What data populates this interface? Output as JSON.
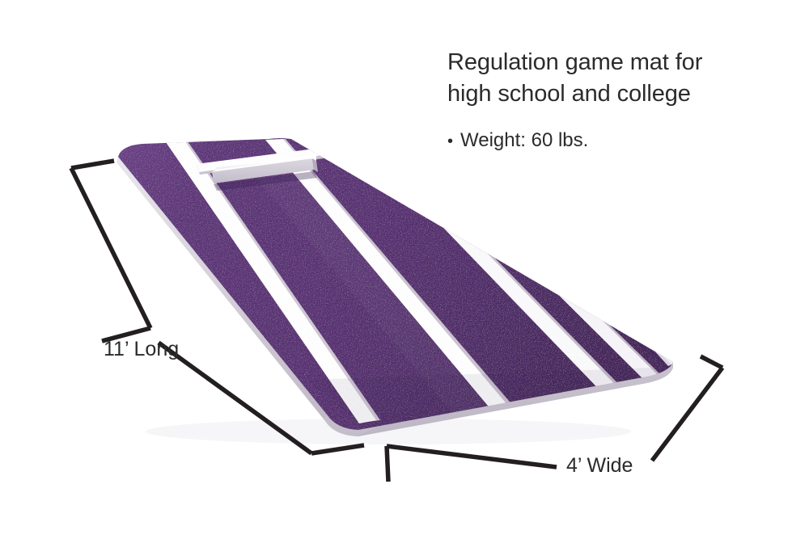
{
  "product": {
    "name": "purple-turf-pitching-mat",
    "headline": "Regulation game mat for\nhigh school and college",
    "bullet_marker": "•",
    "bullet_text": "Weight: 60 lbs.",
    "dimensions": {
      "length_label": "11’ Long",
      "width_label": "4’ Wide"
    },
    "colors": {
      "turf_purple": "#5B3378",
      "turf_purple_dark": "#452459",
      "turf_purple_light": "#6E4189",
      "stripe_white": "#FFFFFF",
      "stripe_shadow": "#D8D2DC",
      "rubber_white": "#F4F4F6",
      "rubber_shadow": "#C9C6CE",
      "text": "#2B2B2B",
      "dimension_line": "#231F20",
      "background": "#FFFFFF"
    },
    "features": {
      "pitching_rubber": "raised-white-pitching-rubber",
      "stripe_count": 5,
      "pitchers_box": "white-rectangle-outline-at-top"
    }
  }
}
